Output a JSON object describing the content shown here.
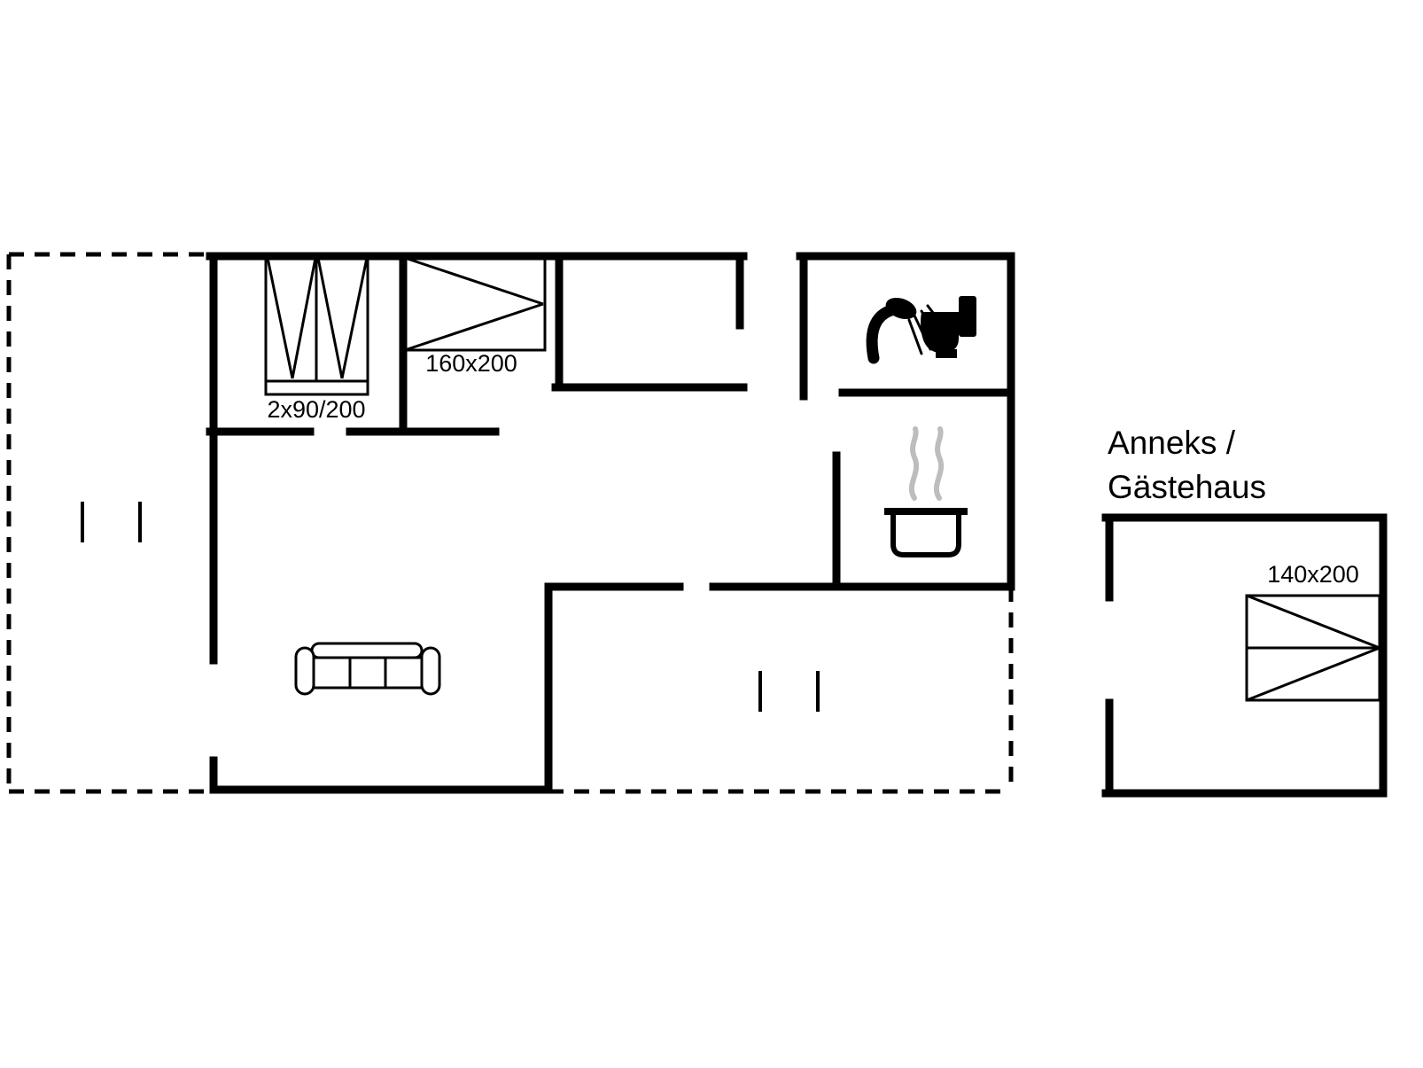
{
  "colors": {
    "background": "#ffffff",
    "lines": "#000000",
    "steam": "#bdbdbd"
  },
  "floorplan": {
    "labels": {
      "double_bed_size": "2x90/200",
      "bed_160_size": "160x200",
      "annex_bed_size": "140x200"
    },
    "annex": {
      "title_line1": "Anneks /",
      "title_line2": "Gästehaus"
    },
    "icons": [
      "double-bed-icon",
      "single-bed-160-icon",
      "shower-icon",
      "toilet-icon",
      "cooking-pot-icon",
      "steam-icon",
      "sofa-icon",
      "window-marker-icon",
      "annex-bed-icon"
    ]
  }
}
